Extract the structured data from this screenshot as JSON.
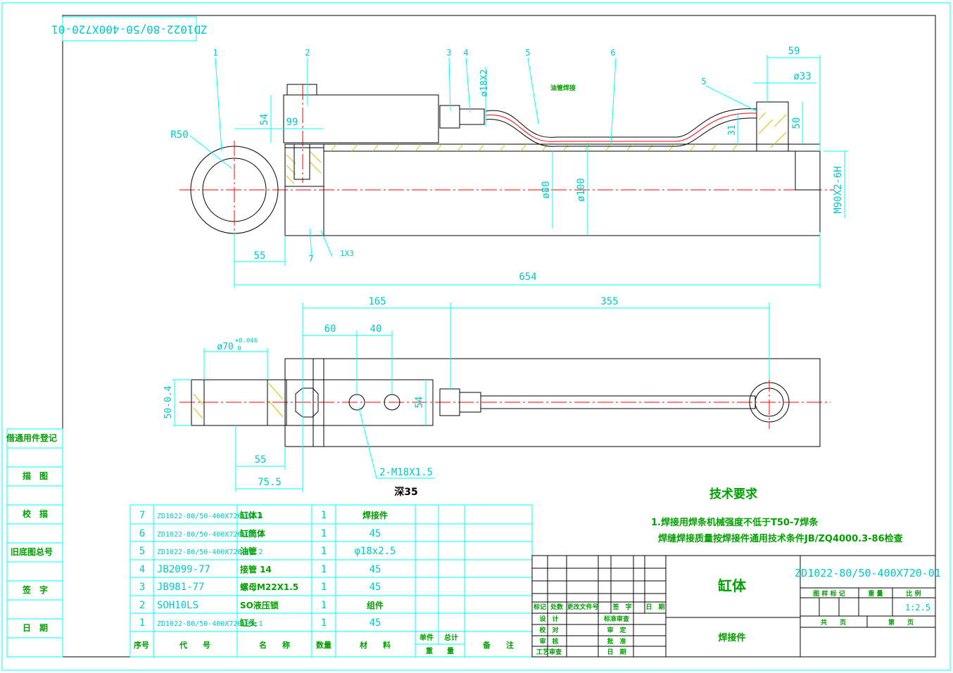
{
  "drawing_number": "ZD1022-80/50-400X720-01",
  "part_name": "缸体",
  "part_type": "焊接件",
  "scale_label": "比 例",
  "scale": "1:2.5",
  "weight_label": "重 量",
  "stage_label": "图 样 标 记",
  "total_sheets_label": "共　　页",
  "sheet_label": "第　　页",
  "tech_requirements": {
    "title": "技术要求",
    "line1": "1.焊接用焊条机械强度不低于T50-7焊条",
    "line2": "焊缝焊接质量按焊接件通用技术条件JB/ZQ4000.3-86检查"
  },
  "side_labels": [
    "借通用件登记",
    "描　图",
    "校　描",
    "旧底图总号",
    "签　字",
    "日　期"
  ],
  "bom": {
    "headers": {
      "seq": "序号",
      "code": "代　　号",
      "name": "名　　称",
      "qty": "数量",
      "material": "材　　料",
      "unit": "单件",
      "total": "总计",
      "weight": "重　　量",
      "remark": "备　　注"
    },
    "rows": [
      {
        "seq": "7",
        "code": "ZD1022-80/50-400X720-01.4",
        "name": "缸体1",
        "qty": "1",
        "material": "焊接件"
      },
      {
        "seq": "6",
        "code": "ZD1022-80/50-400X720-01.3",
        "name": "缸筒体",
        "qty": "1",
        "material": "45"
      },
      {
        "seq": "5",
        "code": "ZD1022-80/50-400X720-01.2",
        "name": "油管",
        "qty": "1",
        "material": "φ18x2.5"
      },
      {
        "seq": "4",
        "code": "JB2099-77",
        "name": "接管 14",
        "qty": "1",
        "material": "45"
      },
      {
        "seq": "3",
        "code": "JB981-77",
        "name": "螺母M22X1.5",
        "qty": "1",
        "material": "45"
      },
      {
        "seq": "2",
        "code": "SOH10LS",
        "name": "SO液压锁",
        "qty": "1",
        "material": "组件"
      },
      {
        "seq": "1",
        "code": "ZD1022-80/50-400X720-01.1",
        "name": "缸头",
        "qty": "1",
        "material": "45"
      }
    ]
  },
  "revision_block": {
    "marks": "标记",
    "count": "处数",
    "doc_no": "更改文件号",
    "sign": "签　字",
    "date": "日　期",
    "design": "设　计",
    "check": "校　对",
    "review": "审　核",
    "process": "工艺审查",
    "std_check": "标准审查",
    "approve_a": "审　定",
    "approve_b": "批　准",
    "date2": "日　期"
  },
  "top_view": {
    "balloons": [
      "1",
      "2",
      "3",
      "4",
      "5",
      "6",
      "5",
      "7"
    ],
    "dims": {
      "d59": "59",
      "d33": "ø33",
      "d50": "50",
      "d31": "31",
      "d54": "54",
      "d99": "99",
      "r50": "R50",
      "d80": "ø80",
      "d100": "ø100",
      "d18x2": "ø18X2",
      "thread": "M90X2-6H",
      "d55": "55",
      "d654": "654",
      "weld": "1X3",
      "note": "油管焊接"
    }
  },
  "bottom_view": {
    "dims": {
      "d165": "165",
      "d355": "355",
      "d60": "60",
      "d40": "40",
      "d70": "ø70",
      "tol_up": "+0.046",
      "tol_lo": "0",
      "d50": "50-0.4",
      "d54": "54",
      "d55": "55",
      "d75": "75.5",
      "holes": "2-M18X1.5",
      "depth": "深35"
    }
  },
  "colors": {
    "line": "#00ffff",
    "center": "#ff0000",
    "hatch": "#d4c000",
    "frame": "#000000"
  }
}
